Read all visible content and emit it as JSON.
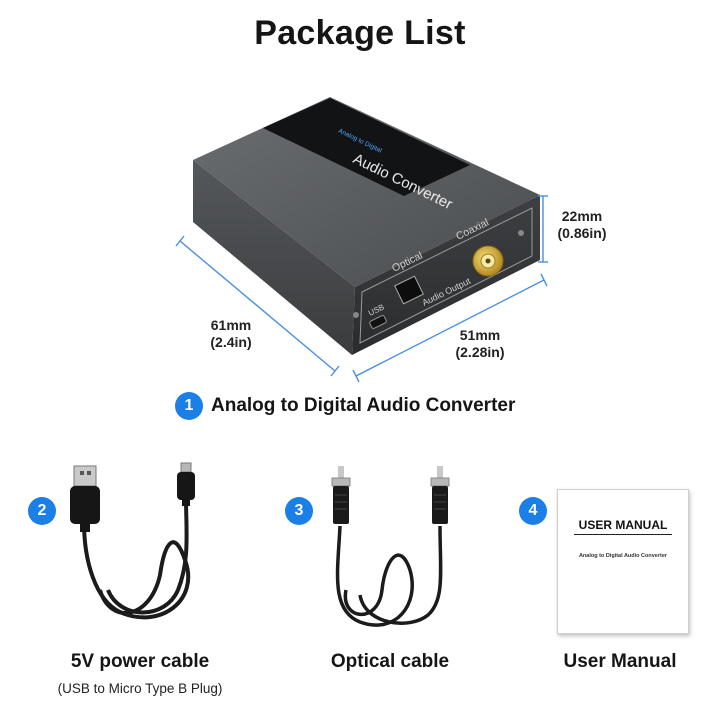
{
  "title": "Package List",
  "device": {
    "front_label": "Audio Converter",
    "front_sublabel": "Analog to Digital",
    "port_optical": "Optical",
    "port_coaxial": "Coaxial",
    "port_usb": "USB",
    "section_label": "Audio Output"
  },
  "dimensions": {
    "height": {
      "mm": "22mm",
      "in": "(0.86in)"
    },
    "depth": {
      "mm": "61mm",
      "in": "(2.4in)"
    },
    "width": {
      "mm": "51mm",
      "in": "(2.28in)"
    }
  },
  "items": [
    {
      "number": "1",
      "label": "Analog to Digital Audio Converter"
    },
    {
      "number": "2",
      "label": "5V power cable",
      "sublabel": "(USB to Micro Type B Plug)"
    },
    {
      "number": "3",
      "label": "Optical cable"
    },
    {
      "number": "4",
      "label": "User Manual"
    }
  ],
  "manual": {
    "title": "USER MANUAL",
    "subtitle": "Analog to Digital Audio Converter"
  },
  "colors": {
    "accent": "#1a7fe6",
    "dimension_line": "#4a8fe0",
    "device_body": "#4d5053",
    "gold_connector": "#d7b23a"
  }
}
